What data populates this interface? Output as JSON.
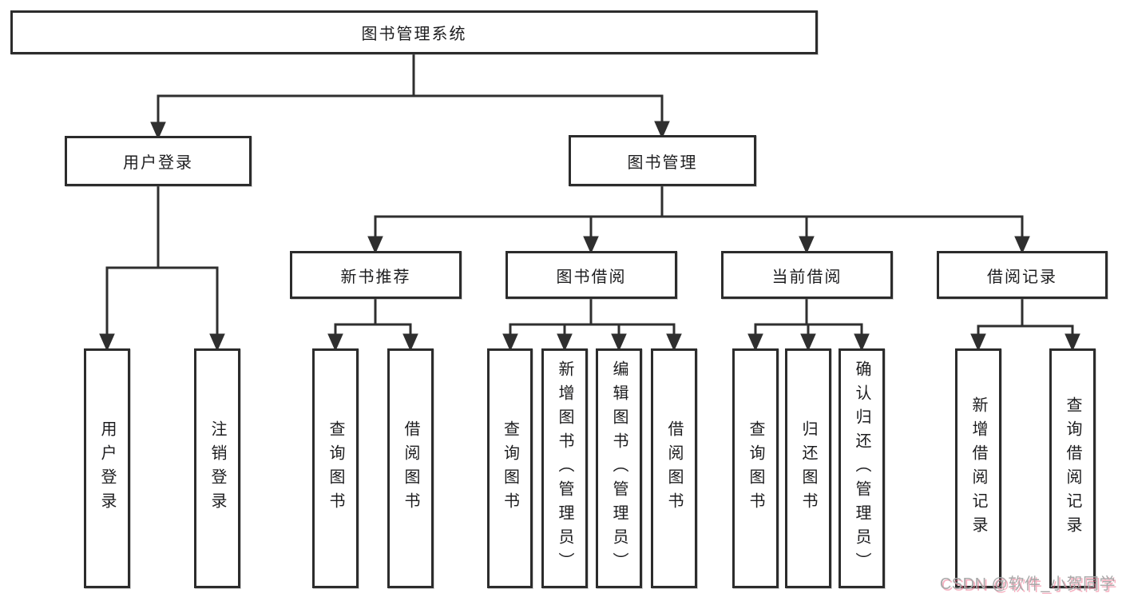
{
  "diagram": {
    "title_note": "functional structure chart of a library management system",
    "line_color": "#2f2f2f",
    "root": {
      "label": "图书管理系统"
    },
    "level2": [
      {
        "label": "用户登录"
      },
      {
        "label": "图书管理"
      }
    ],
    "level3": [
      {
        "label": "新书推荐",
        "parent": "图书管理"
      },
      {
        "label": "图书借阅",
        "parent": "图书管理"
      },
      {
        "label": "当前借阅",
        "parent": "图书管理"
      },
      {
        "label": "借阅记录",
        "parent": "图书管理"
      }
    ],
    "leaves": [
      {
        "label": "用户登录",
        "parent": "用户登录"
      },
      {
        "label": "注销登录",
        "parent": "用户登录"
      },
      {
        "label": "查询图书",
        "parent": "新书推荐"
      },
      {
        "label": "借阅图书",
        "parent": "新书推荐"
      },
      {
        "label": "查询图书",
        "parent": "图书借阅"
      },
      {
        "label": "新增图书（管理员）",
        "parent": "图书借阅"
      },
      {
        "label": "编辑图书（管理员）",
        "parent": "图书借阅"
      },
      {
        "label": "借阅图书",
        "parent": "图书借阅"
      },
      {
        "label": "查询图书",
        "parent": "当前借阅"
      },
      {
        "label": "归还图书",
        "parent": "当前借阅"
      },
      {
        "label": "确认归还（管理员）",
        "parent": "当前借阅"
      },
      {
        "label": "新增借阅记录",
        "parent": "借阅记录"
      },
      {
        "label": "查询借阅记录",
        "parent": "借阅记录"
      }
    ]
  },
  "watermark": {
    "text": "CSDN @软件_小贺同学",
    "color": "#a9a9a9",
    "accent": "#ee6f8d"
  }
}
